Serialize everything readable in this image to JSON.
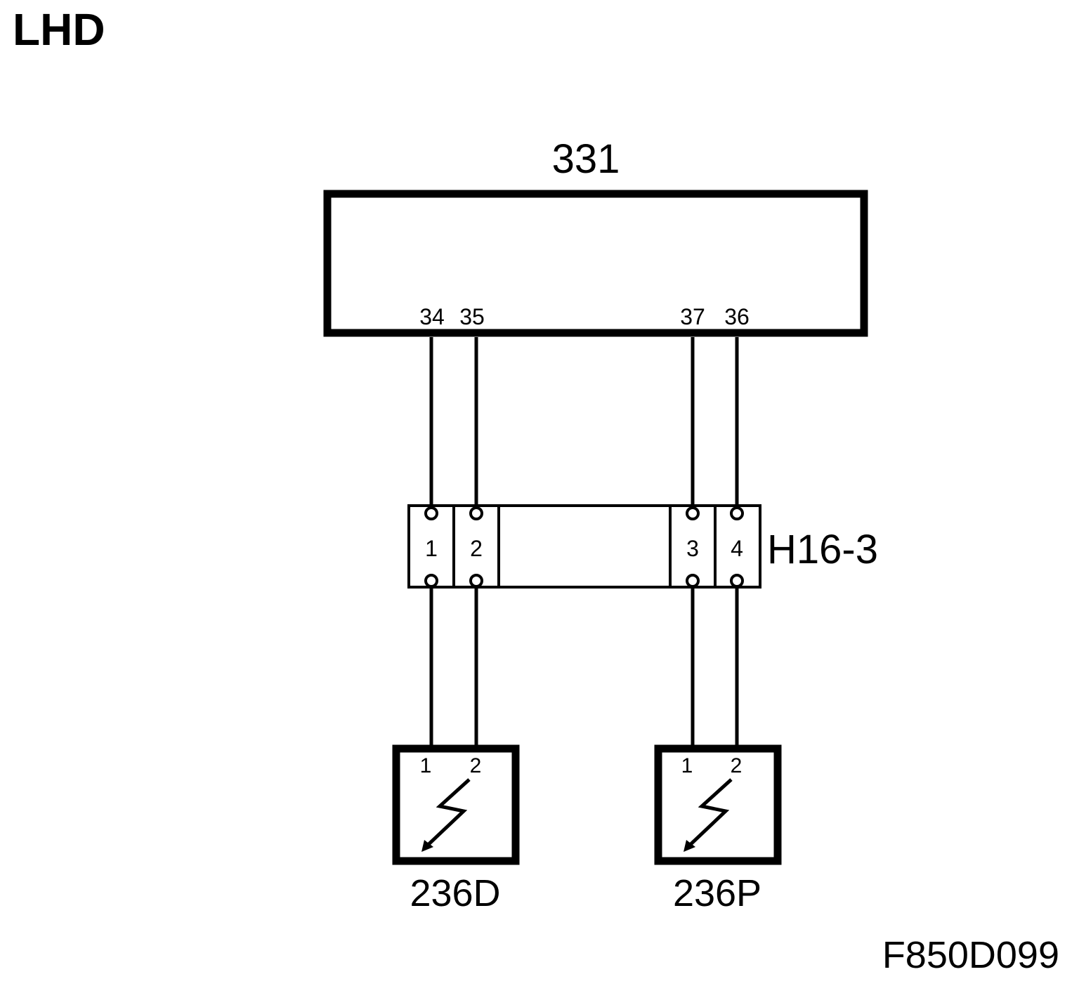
{
  "diagram": {
    "title": "LHD",
    "figure_id": "F850D099",
    "control_unit": {
      "label": "331",
      "pins": [
        "34",
        "35",
        "37",
        "36"
      ]
    },
    "connector": {
      "label": "H16-3",
      "pins": [
        "1",
        "2",
        "3",
        "4"
      ]
    },
    "sensors": [
      {
        "label": "236D",
        "pins": [
          "1",
          "2"
        ]
      },
      {
        "label": "236P",
        "pins": [
          "1",
          "2"
        ]
      }
    ]
  }
}
